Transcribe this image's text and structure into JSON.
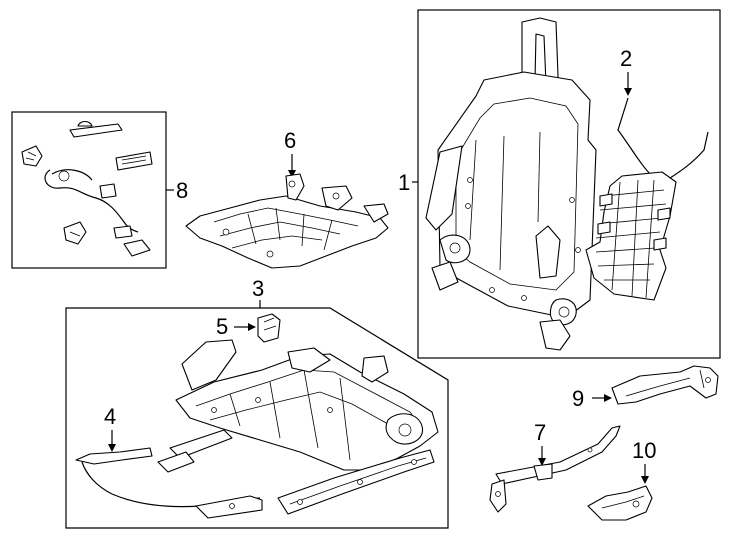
{
  "callouts": {
    "c1": "1",
    "c2": "2",
    "c3": "3",
    "c4": "4",
    "c5": "5",
    "c6": "6",
    "c7": "7",
    "c8": "8",
    "c9": "9",
    "c10": "10"
  },
  "parts": [
    {
      "ref": "1",
      "icon": "seat-back-frame-icon"
    },
    {
      "ref": "2",
      "icon": "lumbar-support-icon"
    },
    {
      "ref": "3",
      "icon": "cushion-frame-assembly-icon"
    },
    {
      "ref": "4",
      "icon": "track-bar-icon"
    },
    {
      "ref": "5",
      "icon": "sensor-module-icon"
    },
    {
      "ref": "6",
      "icon": "cushion-pan-icon"
    },
    {
      "ref": "7",
      "icon": "side-bracket-icon"
    },
    {
      "ref": "8",
      "icon": "wiring-harness-kit-icon"
    },
    {
      "ref": "9",
      "icon": "trim-panel-icon"
    },
    {
      "ref": "10",
      "icon": "trim-bracket-icon"
    }
  ]
}
